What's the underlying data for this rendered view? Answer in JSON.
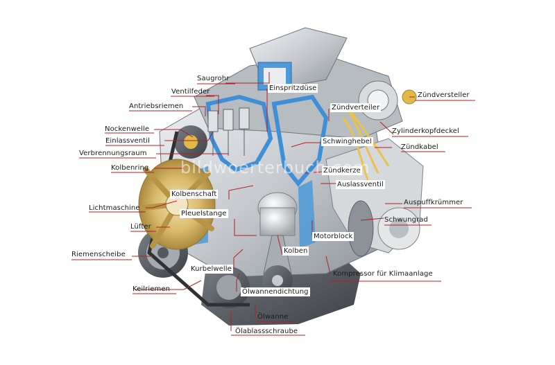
{
  "labels": {
    "saugrohr": "Saugrohr",
    "einspritzduese": "Einspritzdüse",
    "zuendversteller": "Zündversteller",
    "ventilfeder": "Ventilfeder",
    "antriebsriemen": "Antriebsriemen",
    "zuendverteiler": "Zündverteiler",
    "nockenwelle": "Nockenwelle",
    "zylinderkopfdeckel": "Zylinderkopfdeckel",
    "einlassventil": "Einlassventil",
    "schwinghebel": "Schwinghebel",
    "verbrennungsraum": "Verbrennungsraum",
    "zuendkabel": "Zündkabel",
    "kolbenring": "Kolbenring",
    "zuendkerze": "Zündkerze",
    "auslassventil": "Auslassventil",
    "kolbenschaft": "Kolbenschaft",
    "auspuffkruemmer": "Auspuffkrümmer",
    "lichtmaschine": "Lichtmaschine",
    "pleuelstange": "Pleuelstange",
    "schwungrad": "Schwungrad",
    "luefter": "Lüfter",
    "motorblock": "Motorblock",
    "kolben": "Kolben",
    "riemenscheibe": "Riemenscheibe",
    "kurbelwelle": "Kurbelwelle",
    "kompressor": "Kompressor für Klimaanlage",
    "keilriemen": "Keilriemen",
    "oelwannendichtung": "Ölwannendichtung",
    "oelwanne": "Ölwanne",
    "oelablassschraube": "Ölablassschraube"
  },
  "watermark": "bildwoerterbuch.com",
  "colors": {
    "leader_line": "#b41e23",
    "engine_metal": "#c9cdd2",
    "coolant": "#3f8fd6",
    "wiring": "#e8c24a"
  }
}
